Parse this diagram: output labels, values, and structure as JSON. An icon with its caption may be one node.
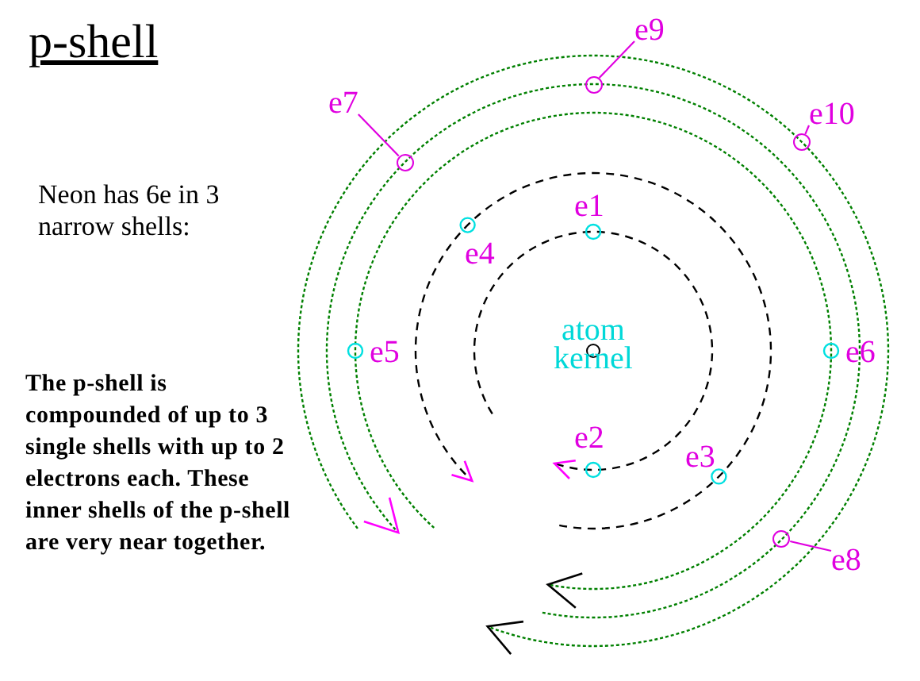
{
  "diagram": {
    "title": "p-shell",
    "nodes": [
      {
        "text": [
          "e9"
        ]
      },
      {
        "text": [],
        "shape": "circle"
      },
      {
        "text": [
          "e7"
        ]
      },
      {
        "text": [],
        "shape": "circle"
      },
      {
        "text": [
          "e10"
        ]
      },
      {
        "text": [],
        "shape": "circle"
      },
      {
        "text": [
          "e8"
        ]
      },
      {
        "text": [],
        "shape": "circle"
      }
    ],
    "edges": [
      {
        "from": 0,
        "to": 1,
        "arrow": "none"
      },
      {
        "from": 2,
        "to": 3,
        "arrow": "none"
      },
      {
        "from": 4,
        "to": 5,
        "arrow": "none"
      },
      {
        "from": 6,
        "to": 7,
        "arrow": "none"
      }
    ],
    "labels": [
      "Neon has 6e in 3 narrow shells:",
      "e1",
      "e4",
      "atom kernel",
      "e5",
      "e6",
      "The p-shell is compounded of up to 3 single shells with up to 2 electrons each. These inner shells of the p-shell are very near together.",
      "e2",
      "e3"
    ]
  }
}
